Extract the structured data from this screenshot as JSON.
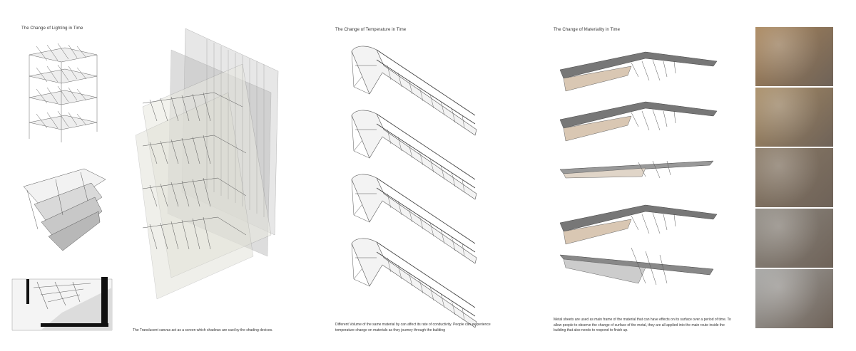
{
  "panel1": {
    "title": "The Change of Lighting in Time",
    "caption": "The Translucent canvas act as a screen which shadows are cast by the shading devices."
  },
  "panel2": {
    "title": "The Change of Temperature in Time",
    "caption": "Different Volume of the same material by can affect its rate of conductivity. People can ex-perience temperature change on materials as they journey through the building"
  },
  "panel3": {
    "title": "The Change of Materiality in Time",
    "caption": "Metal sheets are used as main frame of the material that can have effects on its surface over a period of time. To allow people to observe the change of surface of the metal, they are all applied into the main route inside the building that also needs to respond to finish up."
  },
  "material_swatches": [
    {
      "color": "#a9855a"
    },
    {
      "color": "#a88c64"
    },
    {
      "color": "#8a7a66"
    },
    {
      "color": "#8f8a82"
    },
    {
      "color": "#a3a3a1"
    }
  ],
  "colors": {
    "ink": "#555555",
    "paper": "#ffffff",
    "panel": "#dedbd3"
  }
}
